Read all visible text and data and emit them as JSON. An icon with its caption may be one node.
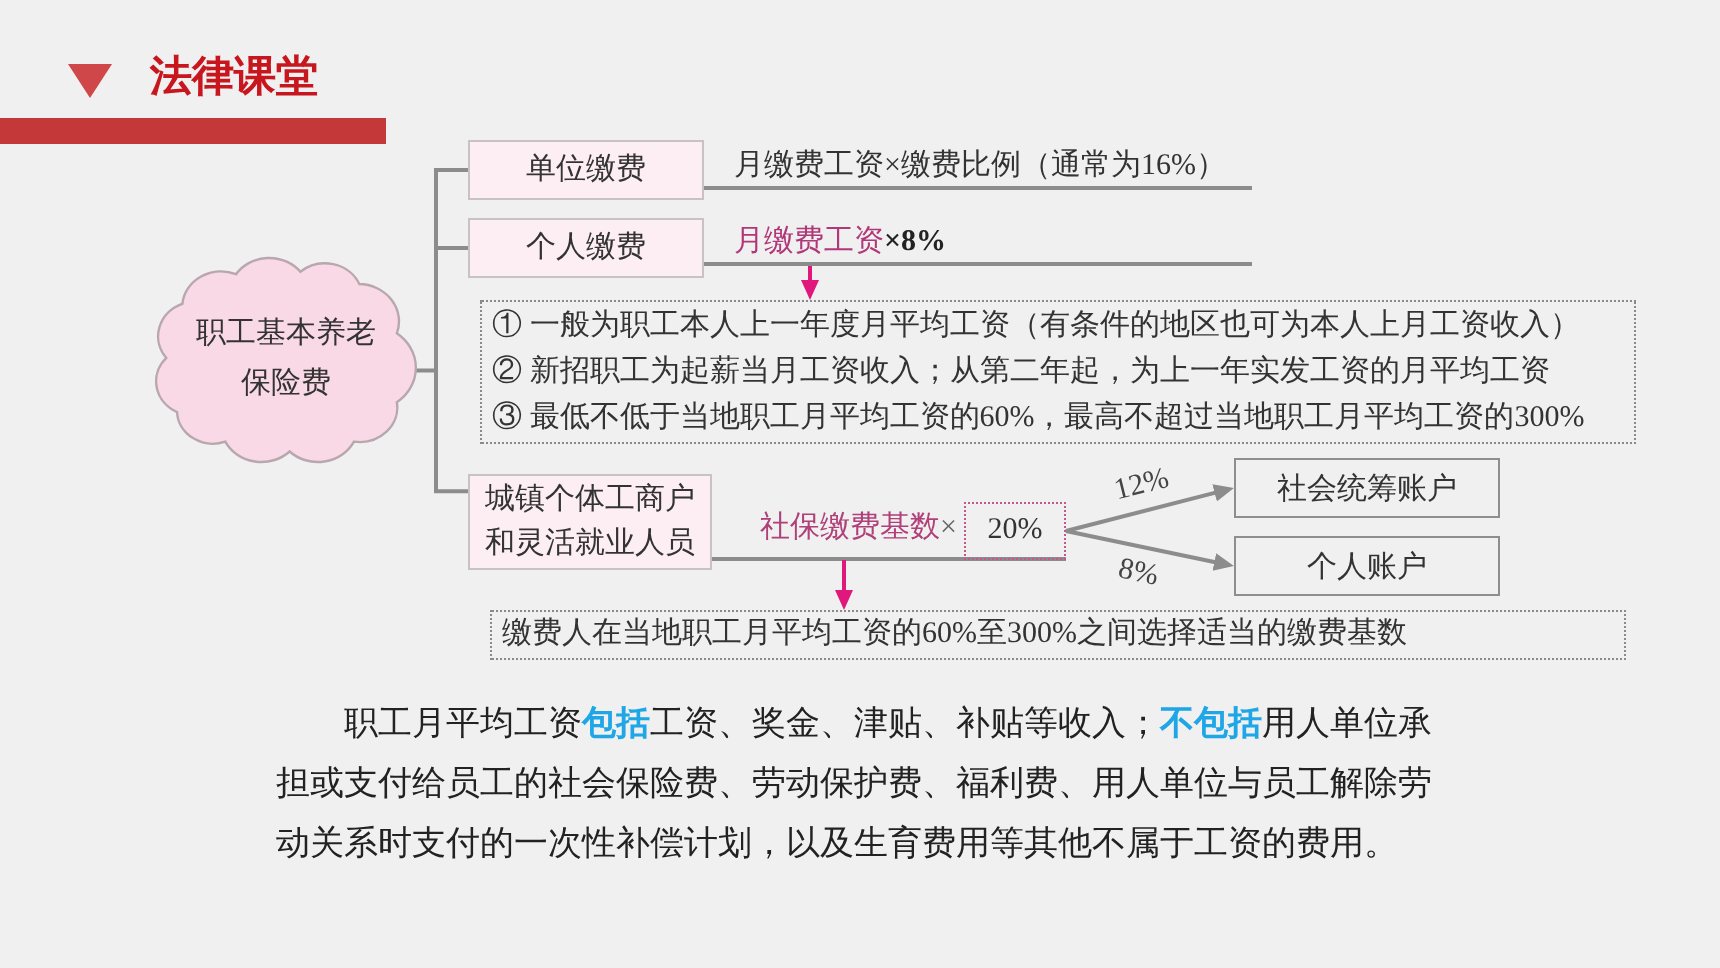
{
  "diagram": {
    "title": "法律课堂",
    "caption": "职工月平均工资**包括**工资、奖金、津贴、补贴等收入；**不包括**用人单位承担或支付给员工的社会保险费、劳动保护费、福利费、用人单位与员工解除劳动关系时支付的一次性补偿计划，以及生育费用等其他不属于工资的费用。",
    "nodes": [
      {
        "text": [
          "职工基本养老保险费"
        ]
      },
      {
        "text": [
          "单位缴费"
        ]
      },
      {
        "text": [
          "月缴费工资×缴费比例（通常为16%）"
        ]
      },
      {
        "text": [
          "个人缴费"
        ]
      },
      {
        "text": [
          "月缴费工资",
          "×8%"
        ]
      },
      {
        "text": [
          "① 一般为职工本人上一年度月平均工资（有条件的地区也可为本人上月工资收入）",
          "② 新招职工为起薪当月工资收入；从第二年起，为上一年实发工资的月平均工资",
          "③ 最低不低于当地职工月平均工资的60%，最高不超过当地职工月平均工资的300%"
        ]
      },
      {
        "text": [
          "城镇个体工商户和灵活就业人员"
        ]
      },
      {
        "text": [
          "社保缴费基数",
          "×"
        ]
      },
      {
        "text": [
          "20%"
        ]
      },
      {
        "text": [
          "社会统筹账户"
        ]
      },
      {
        "text": [
          "个人账户"
        ]
      },
      {
        "text": [
          "缴费人在当地职工月平均工资的60%至300%之间选择适当的缴费基数"
        ]
      }
    ],
    "edges": [
      {
        "from": 0,
        "to": 1,
        "arrow": "none"
      },
      {
        "from": 0,
        "to": 3,
        "arrow": "none"
      },
      {
        "from": 0,
        "to": 6,
        "arrow": "none"
      },
      {
        "from": 1,
        "to": 2,
        "arrow": "none"
      },
      {
        "from": 3,
        "to": 4,
        "arrow": "none"
      },
      {
        "from": 4,
        "to": 5,
        "arrow": "to",
        "color": "#e0187c"
      },
      {
        "from": 6,
        "to": 8,
        "arrow": "none"
      },
      {
        "from": 7,
        "to": 11,
        "arrow": "to",
        "color": "#e0187c"
      },
      {
        "from": 8,
        "to": 9,
        "arrow": "to",
        "label": "12%"
      },
      {
        "from": 8,
        "to": 10,
        "arrow": "to",
        "label": "8%"
      }
    ]
  }
}
